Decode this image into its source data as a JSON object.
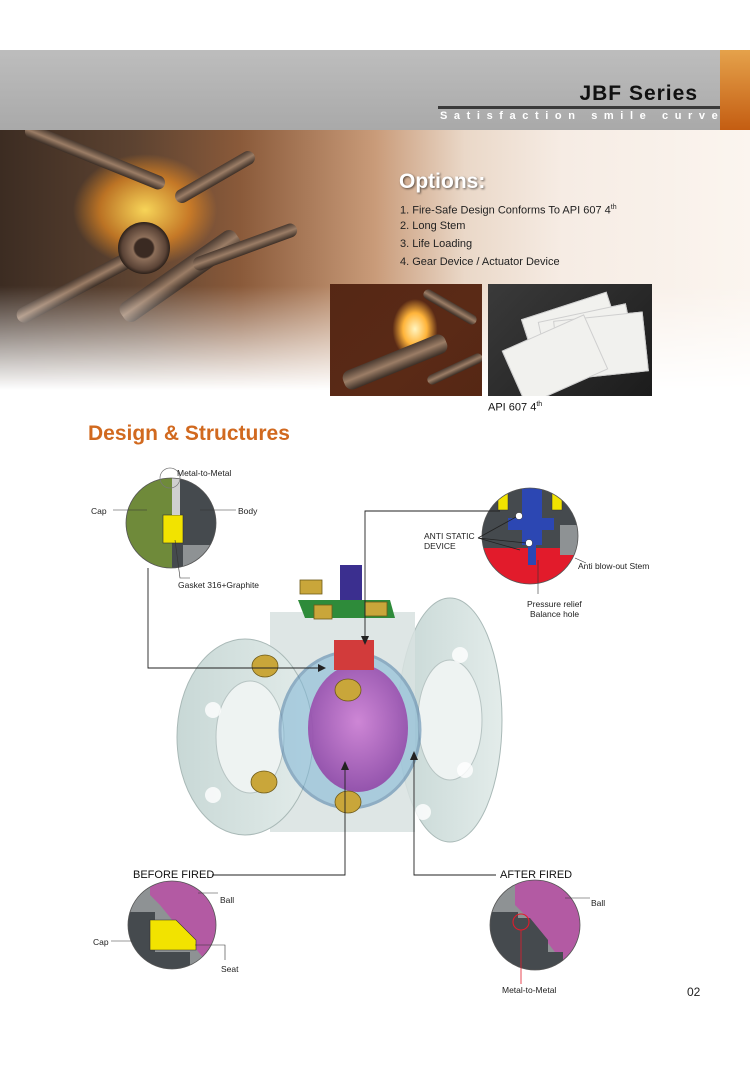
{
  "header": {
    "series_title": "JBF Series",
    "tagline": "Satisfaction smile curve"
  },
  "options": {
    "title": "Options:",
    "items": [
      {
        "text": "1. Fire-Safe Design Conforms To API 607 4",
        "sup": "th"
      },
      {
        "text": "2. Long Stem",
        "sup": ""
      },
      {
        "text": "3. Life Loading",
        "sup": ""
      },
      {
        "text": "4. Gear Device / Actuator Device",
        "sup": ""
      }
    ]
  },
  "photos": {
    "caption": "API 607 4",
    "caption_sup": "th"
  },
  "design": {
    "title": "Design & Structures",
    "detail_cap_body": {
      "metal_to_metal": "Metal-to-Metal",
      "cap": "Cap",
      "body": "Body",
      "gasket": "Gasket 316+Graphite"
    },
    "detail_stem": {
      "anti_static_line1": "ANTI STATIC",
      "anti_static_line2": "DEVICE",
      "anti_blowout": "Anti blow-out  Stem",
      "pressure_relief_line1": "Pressure relief",
      "pressure_relief_line2": "Balance hole"
    },
    "before_fired": {
      "title": "BEFORE FIRED",
      "ball": "Ball",
      "cap": "Cap",
      "seat": "Seat"
    },
    "after_fired": {
      "title": "AFTER FIRED",
      "ball": "Ball",
      "metal_to_metal": "Metal-to-Metal"
    }
  },
  "page_number": "02",
  "colors": {
    "accent_orange": "#d1691f",
    "header_gray": "#b3b3b3",
    "cap_green": "#6f8a3a",
    "ball_magenta": "#b35aa3",
    "seat_yellow": "#f2e300",
    "body_dark": "#454a4e"
  }
}
